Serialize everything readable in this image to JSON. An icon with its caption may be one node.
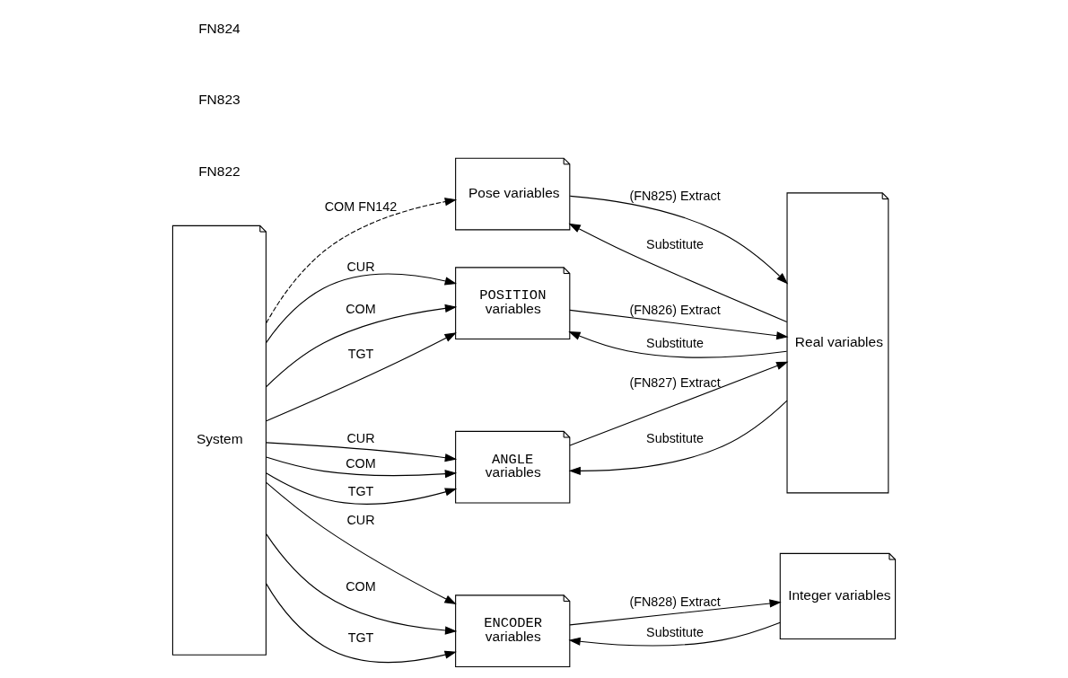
{
  "diagram": {
    "nodes": [
      {
        "text": [
          "System"
        ]
      },
      {
        "text": [
          "Pose variables"
        ]
      },
      {
        "text": [
          "POSITION",
          "variables"
        ]
      },
      {
        "text": [
          "ANGLE",
          "variables"
        ]
      },
      {
        "text": [
          "ENCODER",
          "variables"
        ]
      },
      {
        "text": [
          "Real variables"
        ]
      },
      {
        "text": [
          "Integer variables"
        ]
      }
    ],
    "edges": [
      {
        "from": 0,
        "to": 1,
        "arrow": "to",
        "style": "dashed",
        "label": "COM FN142"
      },
      {
        "from": 0,
        "to": 2,
        "arrow": "to",
        "label": "CUR"
      },
      {
        "from": 0,
        "to": 2,
        "arrow": "to",
        "label": "COM"
      },
      {
        "from": 0,
        "to": 2,
        "arrow": "to",
        "label": "TGT"
      },
      {
        "from": 0,
        "to": 3,
        "arrow": "to",
        "label": "CUR"
      },
      {
        "from": 0,
        "to": 3,
        "arrow": "to",
        "label": "COM"
      },
      {
        "from": 0,
        "to": 3,
        "arrow": "to",
        "label": "TGT"
      },
      {
        "from": 0,
        "to": 4,
        "arrow": "to",
        "label": "CUR"
      },
      {
        "from": 0,
        "to": 4,
        "arrow": "to",
        "label": "COM"
      },
      {
        "from": 0,
        "to": 4,
        "arrow": "to",
        "label": "TGT"
      },
      {
        "from": 1,
        "to": 5,
        "arrow": "to",
        "label": "(FN825) Extract"
      },
      {
        "from": 5,
        "to": 1,
        "arrow": "to",
        "label": "Substitute"
      },
      {
        "from": 2,
        "to": 5,
        "arrow": "to",
        "label": "(FN826) Extract"
      },
      {
        "from": 5,
        "to": 2,
        "arrow": "to",
        "label": "Substitute"
      },
      {
        "from": 3,
        "to": 5,
        "arrow": "to",
        "label": "(FN827) Extract"
      },
      {
        "from": 5,
        "to": 3,
        "arrow": "to",
        "label": "Substitute"
      },
      {
        "from": 4,
        "to": 6,
        "arrow": "to",
        "label": "(FN828) Extract"
      },
      {
        "from": 6,
        "to": 4,
        "arrow": "to",
        "label": "Substitute"
      }
    ],
    "labels": [
      "FN822",
      "FN823",
      "FN824"
    ]
  }
}
